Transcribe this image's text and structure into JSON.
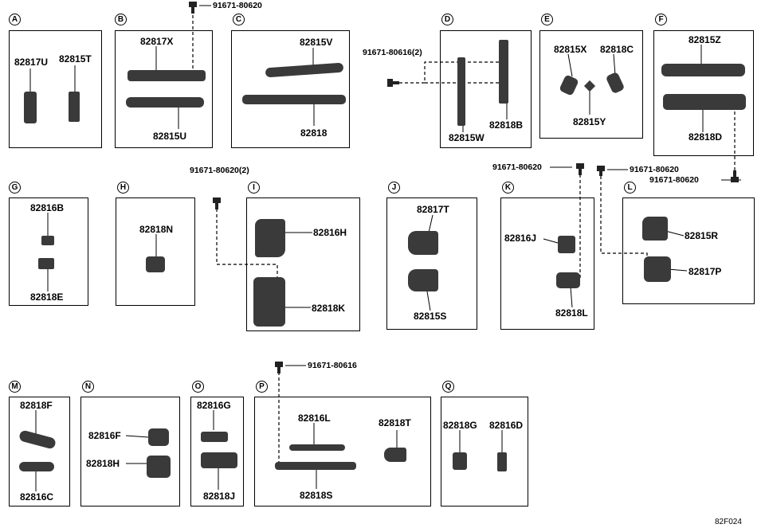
{
  "panels": {
    "A": {
      "badge": "A",
      "parts": [
        "82817U",
        "82815T"
      ]
    },
    "B": {
      "badge": "B",
      "parts": [
        "82817X",
        "82815U"
      ]
    },
    "C": {
      "badge": "C",
      "parts": [
        "82815V",
        "82818"
      ]
    },
    "D": {
      "badge": "D",
      "parts": [
        "82815W",
        "82818B"
      ]
    },
    "E": {
      "badge": "E",
      "parts": [
        "82815X",
        "82818C",
        "82815Y"
      ]
    },
    "F": {
      "badge": "F",
      "parts": [
        "82815Z",
        "82818D"
      ]
    },
    "G": {
      "badge": "G",
      "parts": [
        "82816B",
        "82818E"
      ]
    },
    "H": {
      "badge": "H",
      "parts": [
        "82818N"
      ]
    },
    "I": {
      "badge": "I",
      "parts": [
        "82816H",
        "82818K"
      ]
    },
    "J": {
      "badge": "J",
      "parts": [
        "82817T",
        "82815S"
      ]
    },
    "K": {
      "badge": "K",
      "parts": [
        "82816J",
        "82818L"
      ]
    },
    "L": {
      "badge": "L",
      "parts": [
        "82815R",
        "82817P"
      ]
    },
    "M": {
      "badge": "M",
      "parts": [
        "82818F",
        "82816C"
      ]
    },
    "N": {
      "badge": "N",
      "parts": [
        "82816F",
        "82818H"
      ]
    },
    "O": {
      "badge": "O",
      "parts": [
        "82816G",
        "82818J"
      ]
    },
    "P": {
      "badge": "P",
      "parts": [
        "82816L",
        "82818T",
        "82818S"
      ]
    },
    "Q": {
      "badge": "Q",
      "parts": [
        "82818G",
        "82816D"
      ]
    }
  },
  "bolts": {
    "b1": "91671-80620",
    "b2": "91671-80616(2)",
    "b3": "91671-80620(2)",
    "b4": "91671-80620",
    "b5": "91671-80620",
    "b6": "91671-80620",
    "b7": "91671-80616"
  },
  "diagram_code": "82F024"
}
